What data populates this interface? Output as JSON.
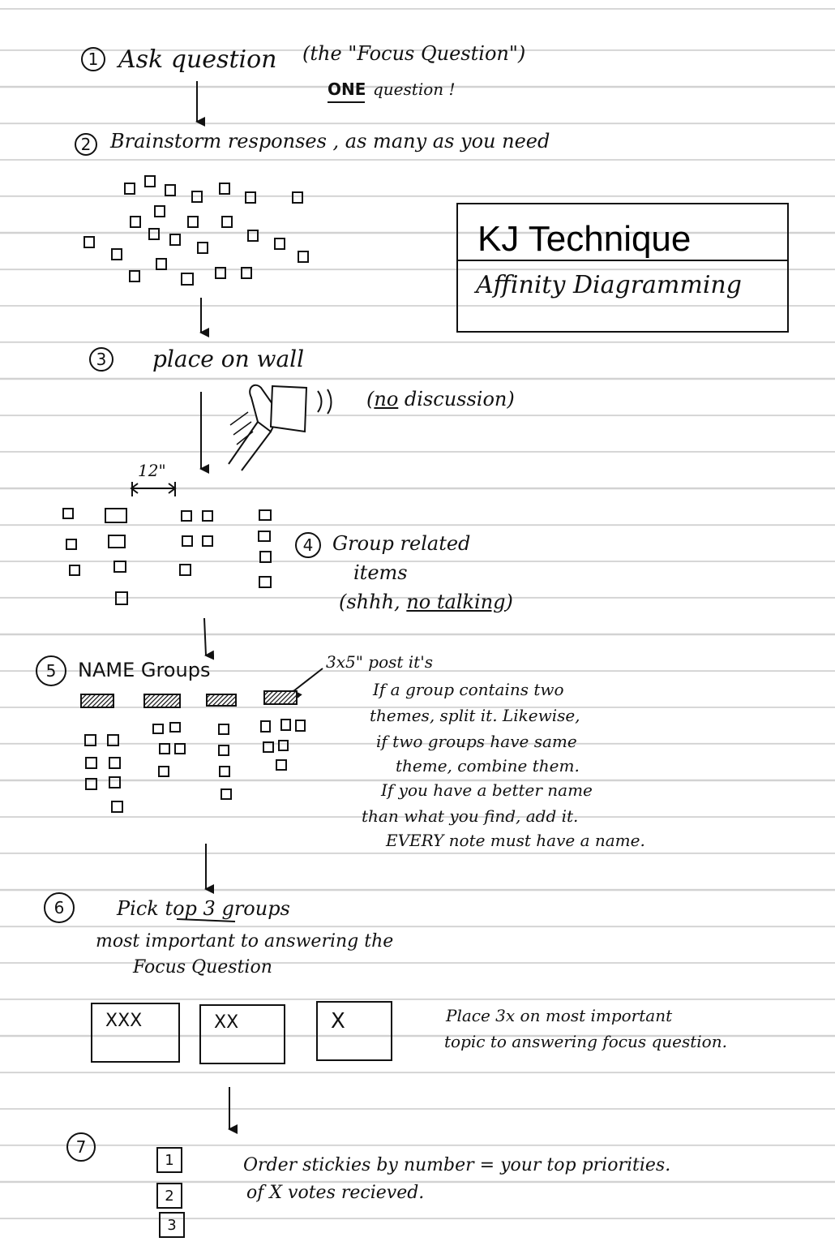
{
  "title": {
    "main": "KJ Technique",
    "sub": "Affinity Diagramming"
  },
  "steps": [
    {
      "num": "1",
      "text": "Ask question",
      "note": "(the \"Focus Question\")",
      "note2_bold": "ONE",
      "note2_rest": "question !"
    },
    {
      "num": "2",
      "text": "Brainstorm responses , as many as you need"
    },
    {
      "num": "3",
      "text": "place on wall",
      "note_open": "(",
      "note_ul": "no",
      "note_rest": "discussion)"
    },
    {
      "num": "4",
      "text": "Group related",
      "text2": "items",
      "note_pre": "(shhh,",
      "note_ul": "no talking",
      "note_post": ")"
    },
    {
      "num": "5",
      "text": "NAME  Groups",
      "annotation": "3x5\" post it's",
      "note_lines": [
        "If a group contains two",
        "themes, split it. Likewise,",
        "if two groups have same",
        "theme, combine them.",
        "If you have a better name",
        "than what you find, add it.",
        "EVERY note must have a name."
      ]
    },
    {
      "num": "6",
      "text_pre": "Pick",
      "text_ul": "top 3",
      "text_post": "groups",
      "text2": "most important to answering the",
      "text3": "Focus Question",
      "votes": [
        "XXX",
        "XX",
        "X"
      ],
      "note_lines": [
        "Place 3x on most important",
        "topic to answering focus question."
      ]
    },
    {
      "num": "7",
      "ranks": [
        "1",
        "2",
        "3"
      ],
      "note_lines": [
        "Order stickies by number  =  your top priorities.",
        "of X votes recieved."
      ]
    }
  ],
  "spacing_label": "12\""
}
